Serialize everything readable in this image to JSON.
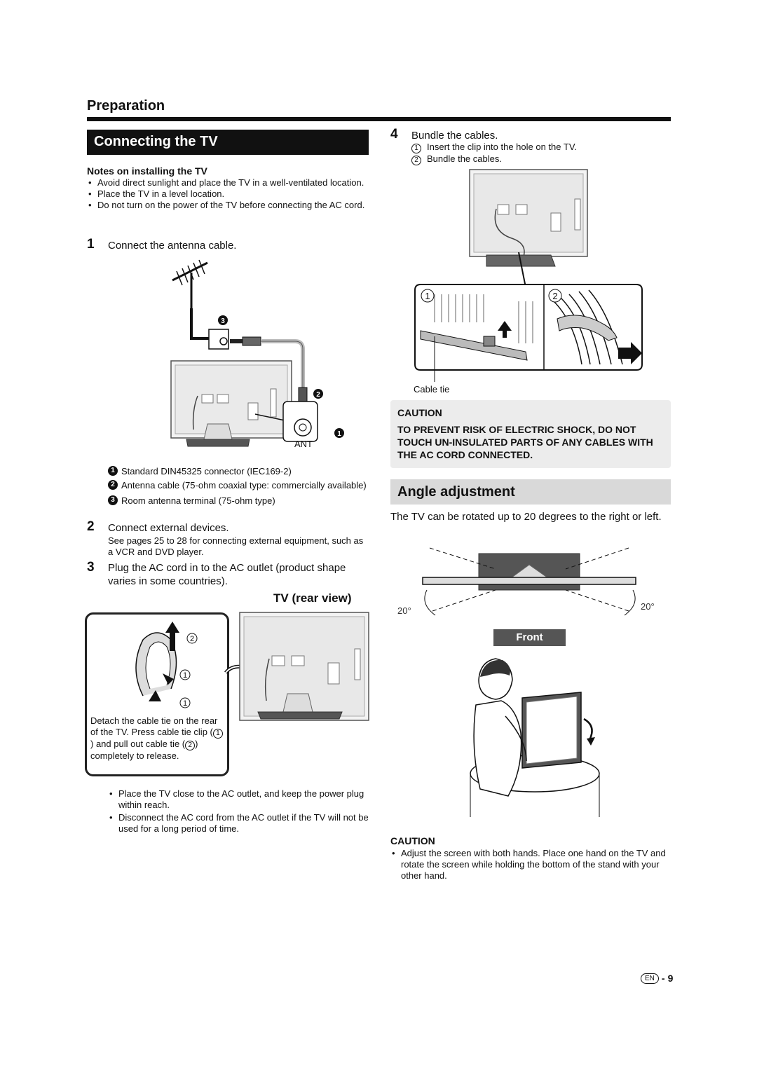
{
  "header": {
    "section": "Preparation"
  },
  "connecting": {
    "title": "Connecting the TV",
    "notes_heading": "Notes on installing the TV",
    "notes": [
      "Avoid direct sunlight and place the TV in a well-ventilated location.",
      "Place the TV in a level location.",
      "Do not turn on the power of the TV before connecting the AC cord."
    ],
    "step1_num": "1",
    "step1": "Connect the antenna cable.",
    "antenna_labels": {
      "ant": "ANT",
      "m1": "1",
      "m2": "2",
      "m3": "3"
    },
    "legend": [
      {
        "marker": "1",
        "text": "Standard DIN45325 connector (IEC169-2)"
      },
      {
        "marker": "2",
        "text": "Antenna cable (75-ohm coaxial type: commercially available)"
      },
      {
        "marker": "3",
        "text": "Room antenna terminal (75-ohm type)"
      }
    ],
    "step2_num": "2",
    "step2": "Connect external devices.",
    "step2_note": "See pages 25 to 28 for connecting external equipment, such as a VCR and DVD player.",
    "step3_num": "3",
    "step3": "Plug the AC cord in to the AC outlet (product shape varies in some countries).",
    "rear_view_label": "TV (rear view)",
    "tie_callouts": {
      "c2": "2",
      "c1a": "1",
      "c1b": "1"
    },
    "detach_text_1": "Detach the cable tie on the rear of the TV. Press cable tie clip (",
    "detach_num_1": "1",
    "detach_text_2": ") and pull out cable tie (",
    "detach_num_2": "2",
    "detach_text_3": ") completely to release.",
    "bottom_notes": [
      "Place the TV close to the AC outlet, and keep the power plug within reach.",
      "Disconnect the AC cord from the AC outlet if the TV will not be used for a long period of time."
    ]
  },
  "bundle": {
    "step4_num": "4",
    "step4": "Bundle the cables.",
    "substeps": [
      {
        "marker": "1",
        "text": "Insert the clip into the hole on the TV."
      },
      {
        "marker": "2",
        "text": "Bundle the cables."
      }
    ],
    "zoom_labels": {
      "z1": "1",
      "z2": "2"
    },
    "cable_tie_label": "Cable tie",
    "caution_heading": "CAUTION",
    "caution_text": "TO PREVENT RISK OF ELECTRIC SHOCK, DO NOT TOUCH UN-INSULATED PARTS OF ANY CABLES WITH THE AC CORD CONNECTED."
  },
  "angle": {
    "title": "Angle adjustment",
    "intro": "The TV can be rotated up to 20 degrees to the right or left.",
    "deg_left": "20°",
    "deg_right": "20°",
    "front_label": "Front",
    "caution_heading": "CAUTION",
    "caution_bullets": [
      "Adjust the screen with both hands. Place one hand on the TV and rotate the screen while holding the bottom of the stand with your other hand."
    ]
  },
  "footer": {
    "lang_badge": "EN",
    "page_sep": "-",
    "page_number": "9"
  }
}
